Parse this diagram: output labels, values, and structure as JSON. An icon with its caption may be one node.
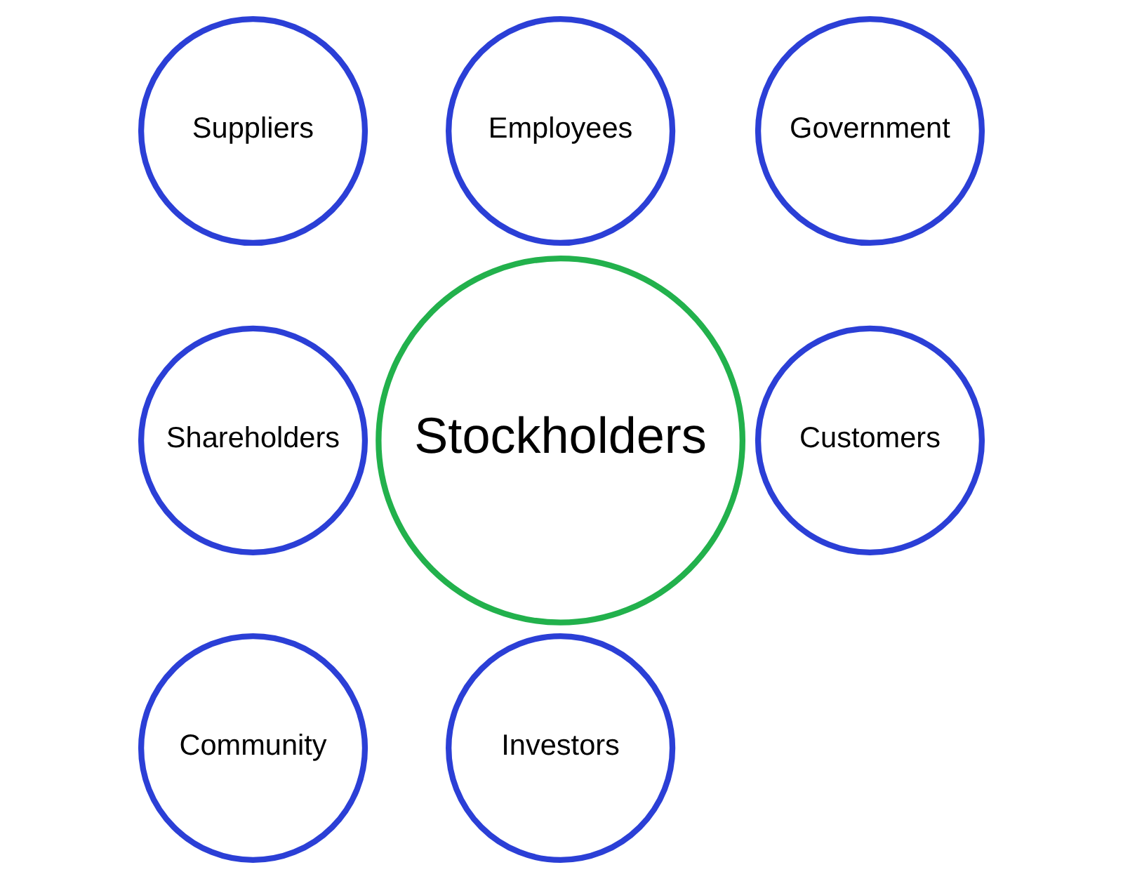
{
  "diagram": {
    "nodes": [
      {
        "text": [
          "Shareholders"
        ]
      },
      {
        "text": [
          "Government"
        ]
      },
      {
        "text": [
          "Customers"
        ]
      },
      {
        "text": [
          "Employees"
        ]
      },
      {
        "text": [
          "Community"
        ]
      },
      {
        "text": [
          "Stockholders"
        ]
      },
      {
        "text": [
          "Suppliers"
        ]
      },
      {
        "text": [
          "Investors"
        ]
      }
    ],
    "edges": []
  }
}
